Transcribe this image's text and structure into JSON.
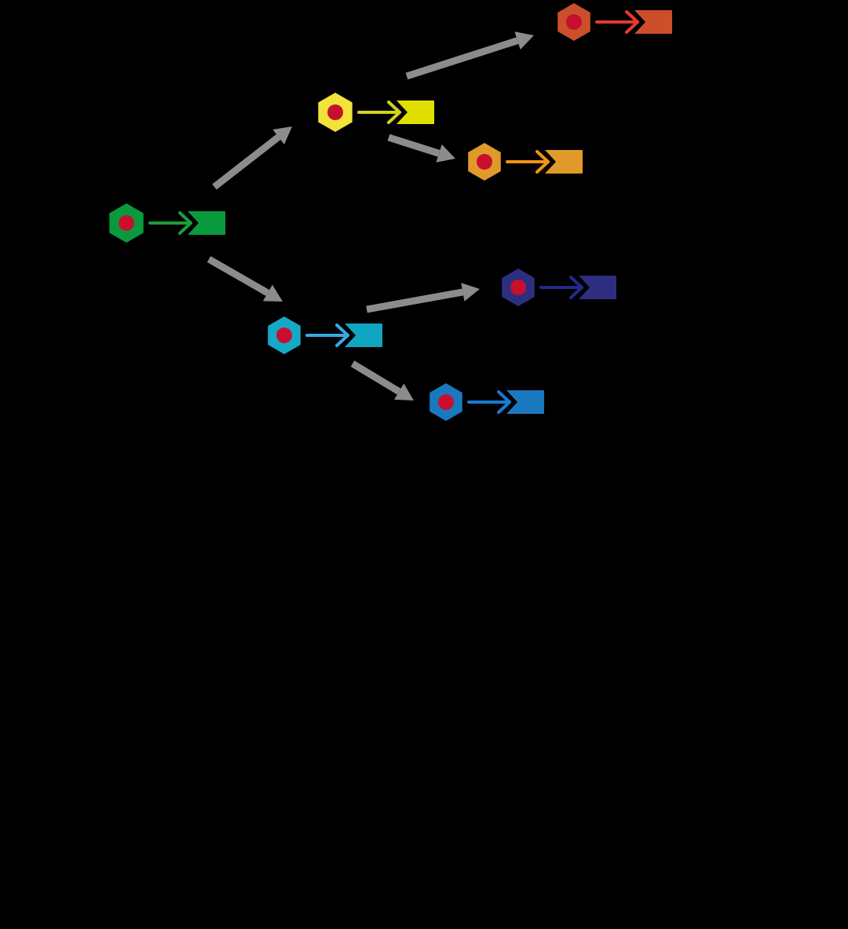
{
  "diagram": {
    "background": "#000000",
    "connector_color": "#8c8c8c",
    "nucleus_color": "#c8102e",
    "nodes": [
      {
        "id": "root",
        "name": "green-cell",
        "color": "#0a9a3e",
        "arrow_color": "#1e9b3c"
      },
      {
        "id": "upper",
        "name": "yellow-cell",
        "color": "#f2e33a",
        "arrow_color": "#d4d21a",
        "rect_color": "#e0e000"
      },
      {
        "id": "upper-top",
        "name": "red-orange-cell",
        "color": "#cc4f2c",
        "arrow_color": "#e53a2e"
      },
      {
        "id": "upper-bottom",
        "name": "orange-cell",
        "color": "#e09a2a",
        "arrow_color": "#f39415"
      },
      {
        "id": "lower",
        "name": "cyan-cell",
        "color": "#16a9c6",
        "arrow_color": "#38a9e6",
        "rect_color": "#10a6c2"
      },
      {
        "id": "lower-top",
        "name": "navy-cell",
        "color": "#2e2e80",
        "arrow_color": "#232a8c"
      },
      {
        "id": "lower-bottom",
        "name": "blue-cell",
        "color": "#1a78bf",
        "arrow_color": "#1a7bd0"
      }
    ],
    "edges": [
      {
        "from": "root",
        "to": "upper"
      },
      {
        "from": "root",
        "to": "lower"
      },
      {
        "from": "upper",
        "to": "upper-top"
      },
      {
        "from": "upper",
        "to": "upper-bottom"
      },
      {
        "from": "lower",
        "to": "lower-top"
      },
      {
        "from": "lower",
        "to": "lower-bottom"
      }
    ]
  }
}
